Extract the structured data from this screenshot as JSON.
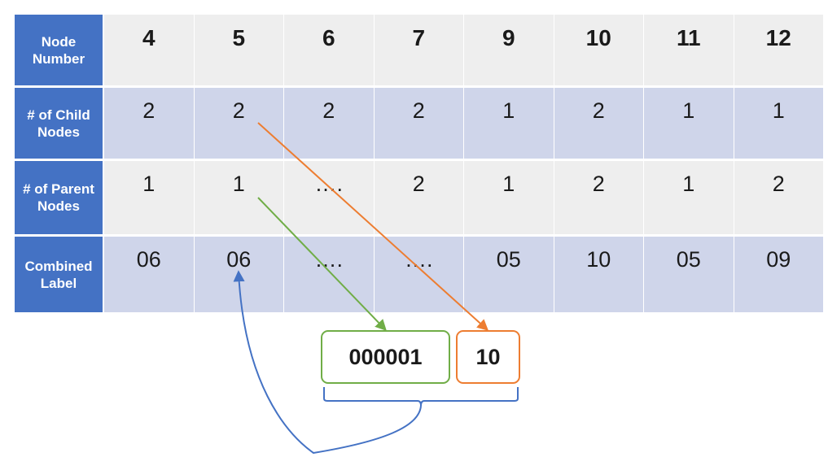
{
  "table": {
    "rows": [
      {
        "header": [
          "Node",
          "Number"
        ],
        "values": [
          "4",
          "5",
          "6",
          "7",
          "9",
          "10",
          "11",
          "12"
        ]
      },
      {
        "header": [
          "# of Child",
          "Nodes"
        ],
        "values": [
          "2",
          "2",
          "2",
          "2",
          "1",
          "2",
          "1",
          "1"
        ]
      },
      {
        "header": [
          "# of Parent",
          "Nodes"
        ],
        "values": [
          "1",
          "1",
          "….",
          "2",
          "1",
          "2",
          "1",
          "2"
        ]
      },
      {
        "header": [
          "Combined",
          "Label"
        ],
        "values": [
          "06",
          "06",
          "….",
          "….",
          "05",
          "10",
          "05",
          "09"
        ]
      }
    ]
  },
  "boxes": {
    "parent_bits": "000001",
    "child_bits": "10"
  },
  "colors": {
    "header_blue": "#4472c4",
    "row_light": "#eeeeee",
    "row_lavender": "#cfd5ea",
    "green_arrow": "#70ad47",
    "orange_arrow": "#ed7d31",
    "blue_curve": "#4472c4"
  }
}
